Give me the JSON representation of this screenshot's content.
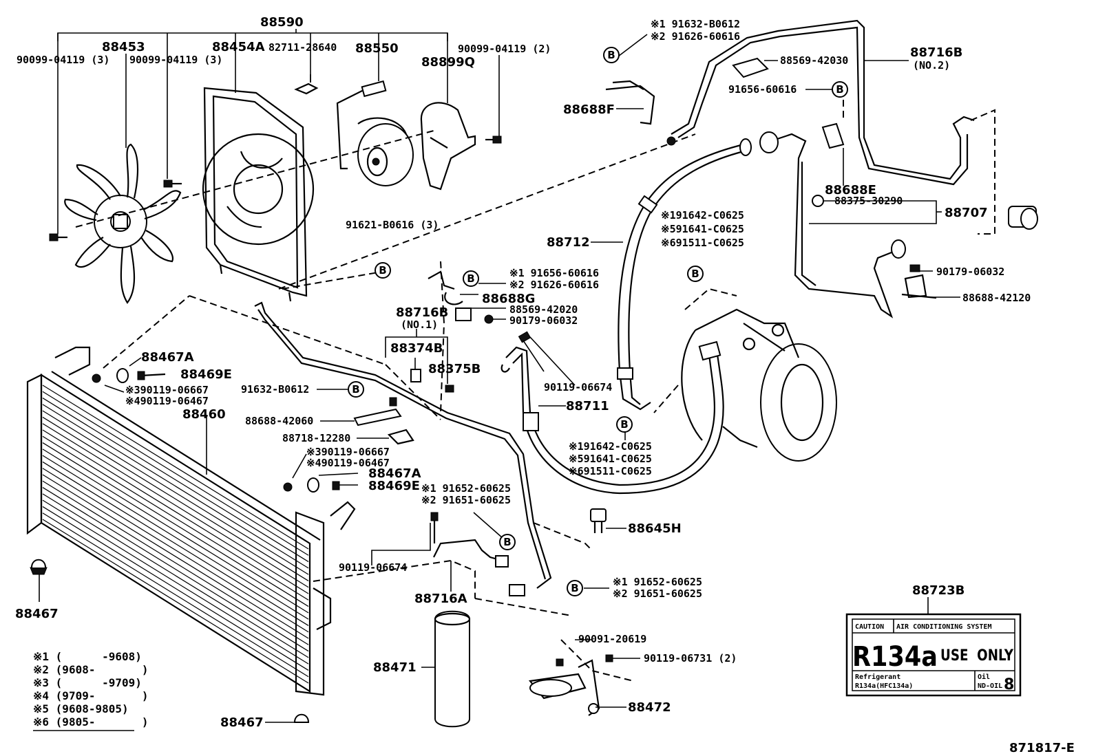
{
  "diagram": {
    "code": "871817-E",
    "labels": {
      "l88590": "88590",
      "l88453": "88453",
      "l88454A": "88454A",
      "l82711": "82711-28640",
      "l88550": "88550",
      "l90099a": "90099-04119 (3)",
      "l90099b": "90099-04119 (3)",
      "l90099c": "90099-04119 (2)",
      "l88899Q": "88899Q",
      "l91621": "91621-B0616 (3)",
      "l91632a1": "※1 91632-B0612",
      "l91626a2": "※2 91626-60616",
      "l88569a": "88569-42030",
      "l88716B2": "88716B",
      "l88716B2n": "(NO.2)",
      "l91656": "91656-60616",
      "l88688F": "88688F",
      "l88688E": "88688E",
      "l88375": "88375-30290",
      "l88707": "88707",
      "l88712": "88712",
      "l91642a": "※191642-C0625",
      "l91641a": "※591641-C0625",
      "l91511a": "※691511-C0625",
      "l90179a": "90179-06032",
      "l88688_42120": "88688-42120",
      "l91656b1": "※1 91656-60616",
      "l91626b2": "※2 91626-60616",
      "l88688G": "88688G",
      "l88569b": "88569-42020",
      "l90179b": "90179-06032",
      "l88716B1": "88716B",
      "l88716B1n": "(NO.1)",
      "l88374B": "88374B",
      "l88375B": "88375B",
      "l90119a": "90119-06674",
      "l88711": "88711",
      "l88467A1": "88467A",
      "l88469E1": "88469E",
      "l90119b": "※390119-06667",
      "l90119c": "※490119-06467",
      "l88460": "88460",
      "l91632b": "91632-B0612",
      "l88688_42060": "88688-42060",
      "l88718": "88718-12280",
      "l90119d": "※390119-06667",
      "l90119e": "※490119-06467",
      "l88467A2": "88467A",
      "l88469E2": "88469E",
      "l91652a1": "※1 91652-60625",
      "l91651a2": "※2 91651-60625",
      "l91642b": "※191642-C0625",
      "l91641b": "※591641-C0625",
      "l91511b": "※691511-C0625",
      "l88645H": "88645H",
      "l90119f": "90119-06674",
      "l88716A": "88716A",
      "l91652b1": "※1 91652-60625",
      "l91651b2": "※2 91651-60625",
      "l88467a": "88467",
      "l88467b": "88467",
      "l88471": "88471",
      "l90091": "90091-20619",
      "l90119g": "90119-06731 (2)",
      "l88472": "88472",
      "l88723B": "88723B"
    },
    "badge_letter": "B",
    "legend": [
      "※1 (      -9608)",
      "※2 (9608-       )",
      "※3 (      -9709)",
      "※4 (9709-       )",
      "※5 (9608-9805)",
      "※6 (9805-       )"
    ],
    "caution_label": {
      "caution": "CAUTION",
      "system": "AIR CONDITIONING SYSTEM",
      "refrigerant_big": "R134a",
      "use_only": "USE  ONLY",
      "refrigerant_small": "Refrigerant",
      "refrigerant_code": "R134a(HFC134a)",
      "oil_label": "Oil",
      "oil_code": "ND-OIL",
      "oil_num": "8"
    }
  }
}
